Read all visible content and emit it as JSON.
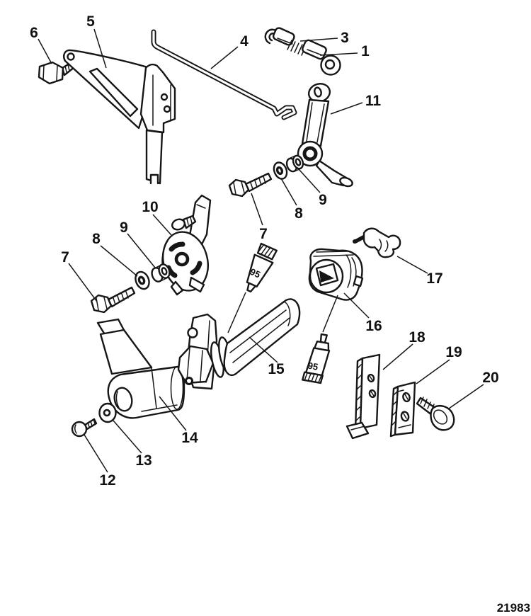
{
  "page": {
    "background": "#ffffff",
    "ink": "#161616"
  },
  "diagram": {
    "drawing_number": "21983",
    "callouts": {
      "n1": "1",
      "n3": "3",
      "n4": "4",
      "n5": "5",
      "n6": "6",
      "n7_upper": "7",
      "n7_lower": "7",
      "n8_upper": "8",
      "n8_lower": "8",
      "n9_upper": "9",
      "n9_lower": "9",
      "n10": "10",
      "n11": "11",
      "n12": "12",
      "n13": "13",
      "n14": "14",
      "n15": "15",
      "n16": "16",
      "n17": "17",
      "n18": "18",
      "n19": "19",
      "n20": "20"
    },
    "sealant_tubes": {
      "tube_a": "95",
      "tube_b": "95"
    }
  }
}
